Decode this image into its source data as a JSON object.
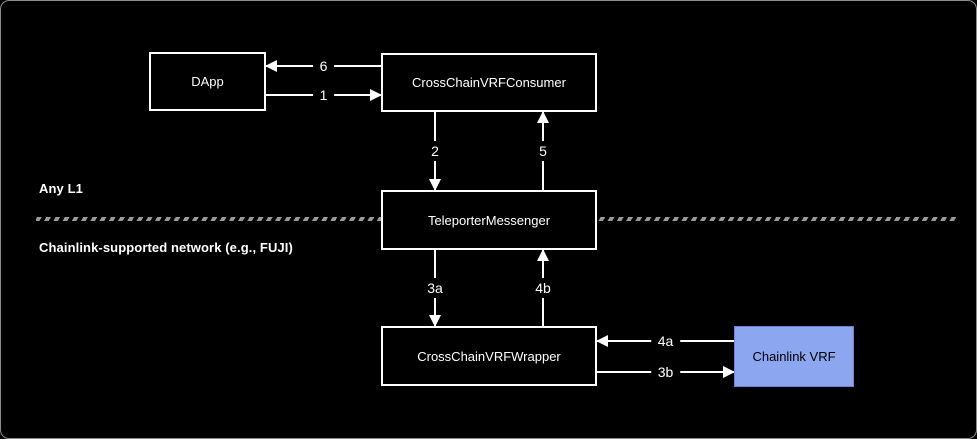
{
  "colors": {
    "canvas-bg": "#000000",
    "line": "#ffffff",
    "text": "#ffffff",
    "divider": "#9a9a9a",
    "chainlink-fill": "#8CA7EF",
    "chainlink-border": "#6C82D6",
    "chainlink-text": "#000000"
  },
  "regions": {
    "top_label": "Any L1",
    "bottom_label": "Chainlink-supported network (e.g., FUJI)"
  },
  "nodes": {
    "dapp": {
      "label": "DApp"
    },
    "consumer": {
      "label": "CrossChainVRFConsumer"
    },
    "messenger": {
      "label": "TeleporterMessenger"
    },
    "wrapper": {
      "label": "CrossChainVRFWrapper"
    },
    "chainlink_vrf": {
      "label": "Chainlink VRF"
    }
  },
  "edges": {
    "step6": {
      "label": "6",
      "from": "CrossChainVRFConsumer",
      "to": "DApp"
    },
    "step1": {
      "label": "1",
      "from": "DApp",
      "to": "CrossChainVRFConsumer"
    },
    "step2": {
      "label": "2",
      "from": "CrossChainVRFConsumer",
      "to": "TeleporterMessenger"
    },
    "step5": {
      "label": "5",
      "from": "TeleporterMessenger",
      "to": "CrossChainVRFConsumer"
    },
    "step3a": {
      "label": "3a",
      "from": "TeleporterMessenger",
      "to": "CrossChainVRFWrapper"
    },
    "step4b": {
      "label": "4b",
      "from": "CrossChainVRFWrapper",
      "to": "TeleporterMessenger"
    },
    "step4a": {
      "label": "4a",
      "from": "Chainlink VRF",
      "to": "CrossChainVRFWrapper"
    },
    "step3b": {
      "label": "3b",
      "from": "CrossChainVRFWrapper",
      "to": "Chainlink VRF"
    }
  }
}
